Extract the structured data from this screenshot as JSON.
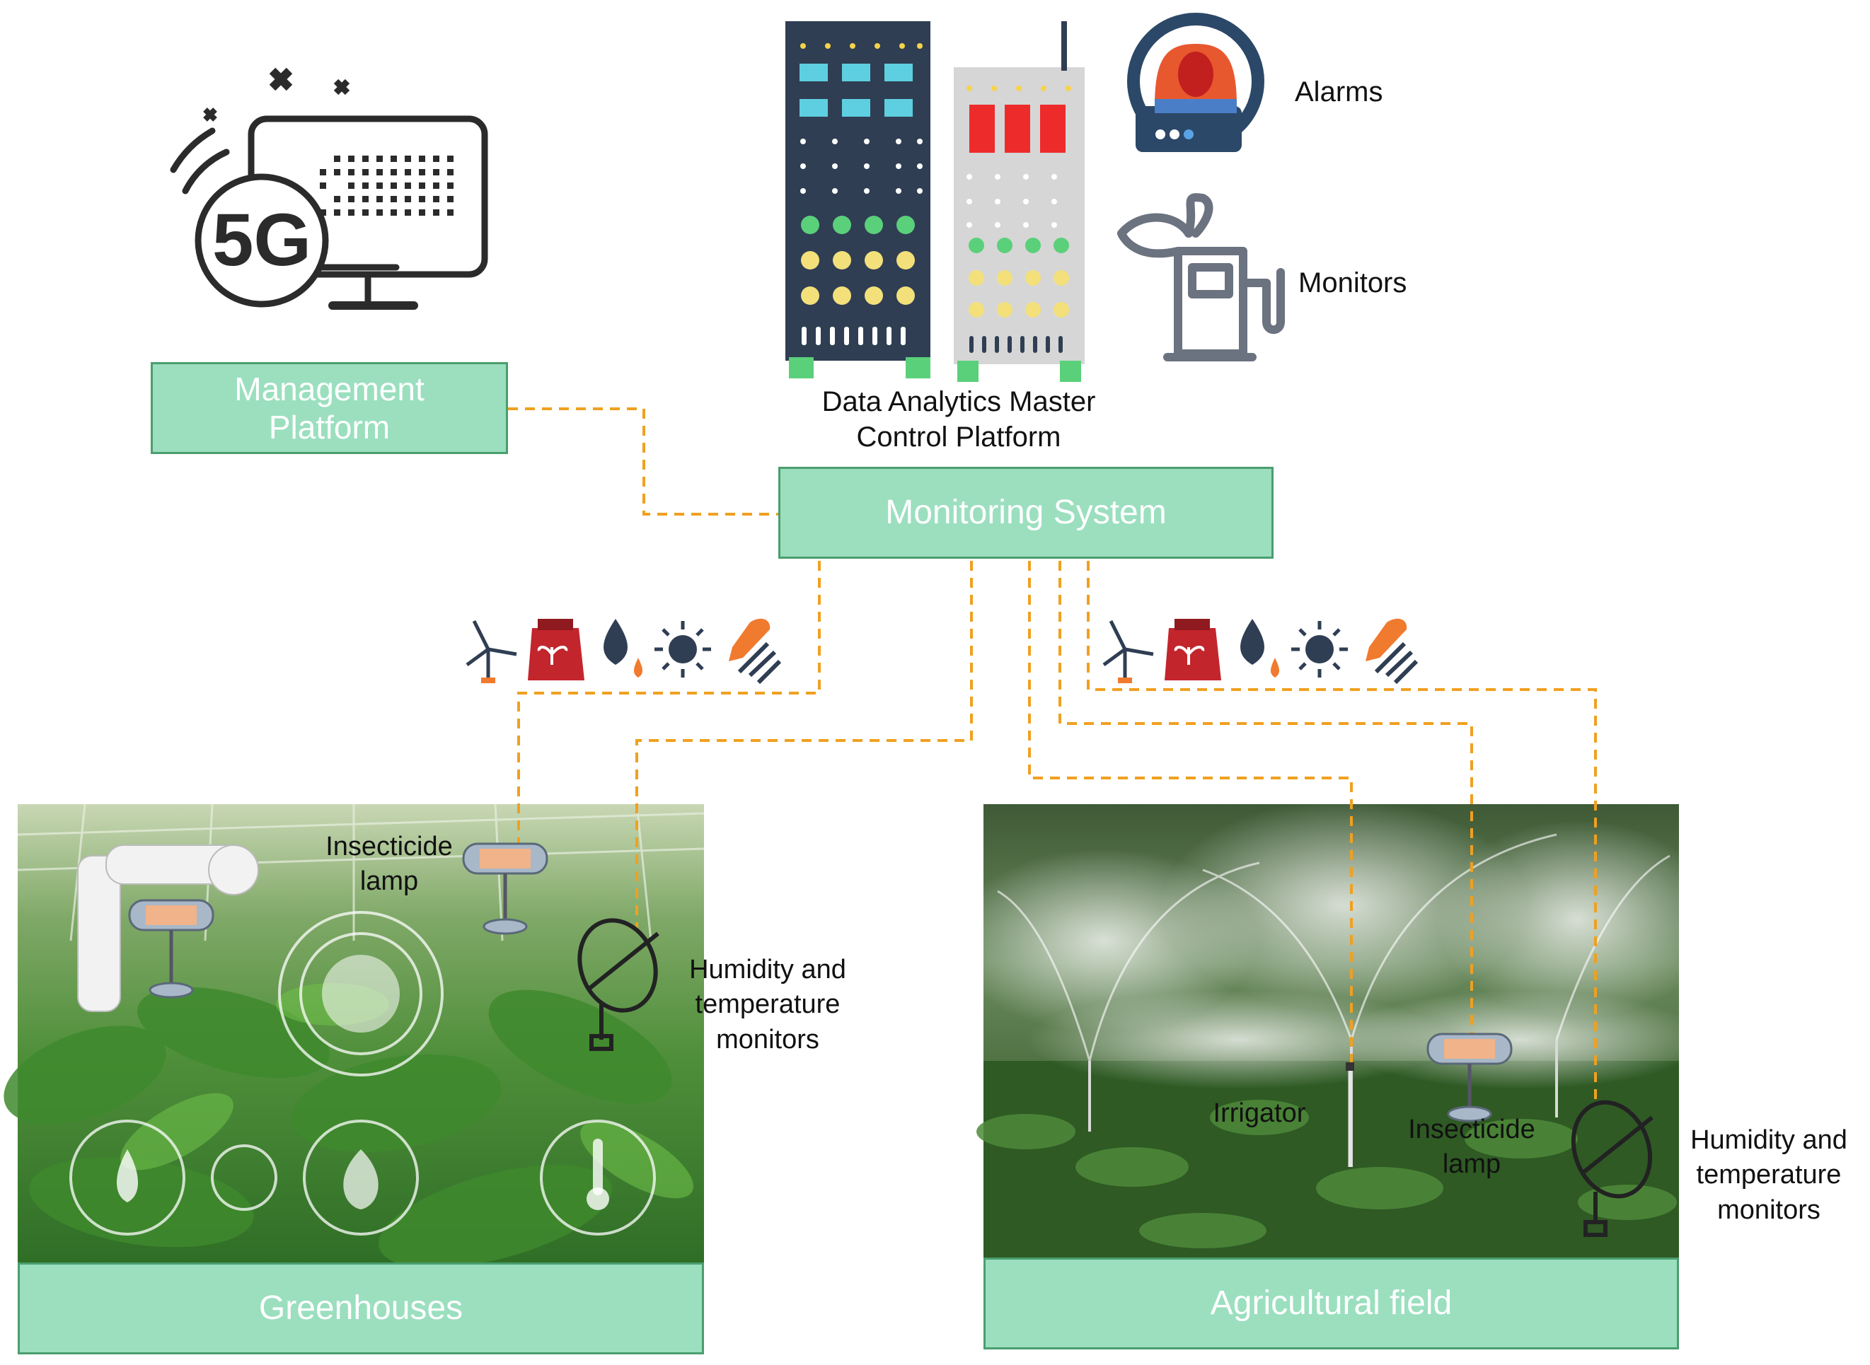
{
  "colors": {
    "box_fill": "#9bdfbf",
    "box_border": "#4a9e6e",
    "connector": "#f0a020",
    "box_text": "#ffffff"
  },
  "management_platform": {
    "label": "Management\nPlatform",
    "icon": "5g-computer-icon"
  },
  "data_platform": {
    "label": "Data Analytics Master\nControl Platform",
    "icon": "server-racks-icon"
  },
  "monitoring_system": {
    "label": "Monitoring System"
  },
  "alarms": {
    "label": "Alarms",
    "icon": "alarm-siren-icon"
  },
  "monitors": {
    "label": "Monitors",
    "icon": "plant-fuel-pump-icon"
  },
  "resource_icons": [
    "wind-turbine-icon",
    "fertilizer-bag-icon",
    "water-drop-icon",
    "sun-icon",
    "garden-tools-icon"
  ],
  "greenhouses": {
    "label": "Greenhouses",
    "insecticide_lamp": "Insecticide\nlamp",
    "humidity_monitors": "Humidity and\ntemperature\nmonitors"
  },
  "agricultural_field": {
    "label": "Agricultural field",
    "irrigator": "Irrigator",
    "insecticide_lamp": "Insecticide\nlamp",
    "humidity_monitors": "Humidity and\ntemperature\nmonitors"
  }
}
